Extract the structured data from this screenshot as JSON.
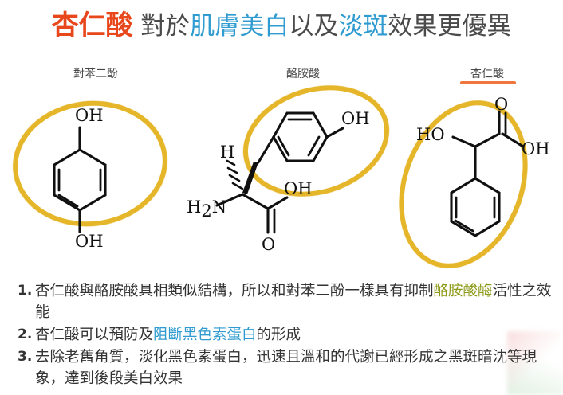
{
  "title": {
    "segments": [
      {
        "text": "杏仁酸",
        "style": "t-red"
      },
      {
        "text": " 對於",
        "style": "t-dark"
      },
      {
        "text": "肌膚美白",
        "style": "t-blue"
      },
      {
        "text": "以及",
        "style": "t-dark"
      },
      {
        "text": "淡斑",
        "style": "t-blue"
      },
      {
        "text": "效果更優異",
        "style": "t-dark"
      }
    ]
  },
  "compounds": [
    {
      "label": "對苯二酚",
      "name": "hydroquinone",
      "highlighted": false,
      "atoms": {
        "oh_top": "OH",
        "oh_bottom": "OH"
      }
    },
    {
      "label": "酪胺酸",
      "name": "tyrosine",
      "highlighted": false,
      "atoms": {
        "oh_ring": "OH",
        "h_stereo": "H",
        "amine": "H",
        "amine_sub": "2",
        "amine_n": "N",
        "acid_oh": "OH",
        "carbonyl_o": "O"
      }
    },
    {
      "label": "杏仁酸",
      "name": "mandelic-acid",
      "highlighted": true,
      "atoms": {
        "hydroxyl": "HO",
        "carbonyl_o": "O",
        "acid_oh": "OH"
      }
    }
  ],
  "bullets": [
    {
      "num": "1.",
      "parts": [
        {
          "text": "杏仁酸與酪胺酸具相類似結構，所以和對苯二酚一樣具有抑制",
          "style": "b-dark"
        },
        {
          "text": "酪胺酸酶",
          "style": "b-olive"
        },
        {
          "text": "活性之效能",
          "style": "b-dark"
        }
      ]
    },
    {
      "num": "2.",
      "parts": [
        {
          "text": "杏仁酸可以預防及",
          "style": "b-dark"
        },
        {
          "text": "阻斷黑色素蛋白",
          "style": "b-blue"
        },
        {
          "text": "的形成",
          "style": "b-dark"
        }
      ]
    },
    {
      "num": "3.",
      "parts": [
        {
          "text": "去除老舊角質，淡化黑色素蛋白，迅速且溫和的代謝已經形成之黑斑暗沈等現象，達到後段美白效果",
          "style": "b-dark"
        }
      ]
    }
  ],
  "colors": {
    "accent_red": "#E8471C",
    "accent_blue": "#2F9BD0",
    "accent_olive": "#8C9A17",
    "ring_gold": "#E3B019",
    "underline_orange": "#EE6A2E",
    "body_text": "#333333",
    "background": "#FFFFFF"
  }
}
